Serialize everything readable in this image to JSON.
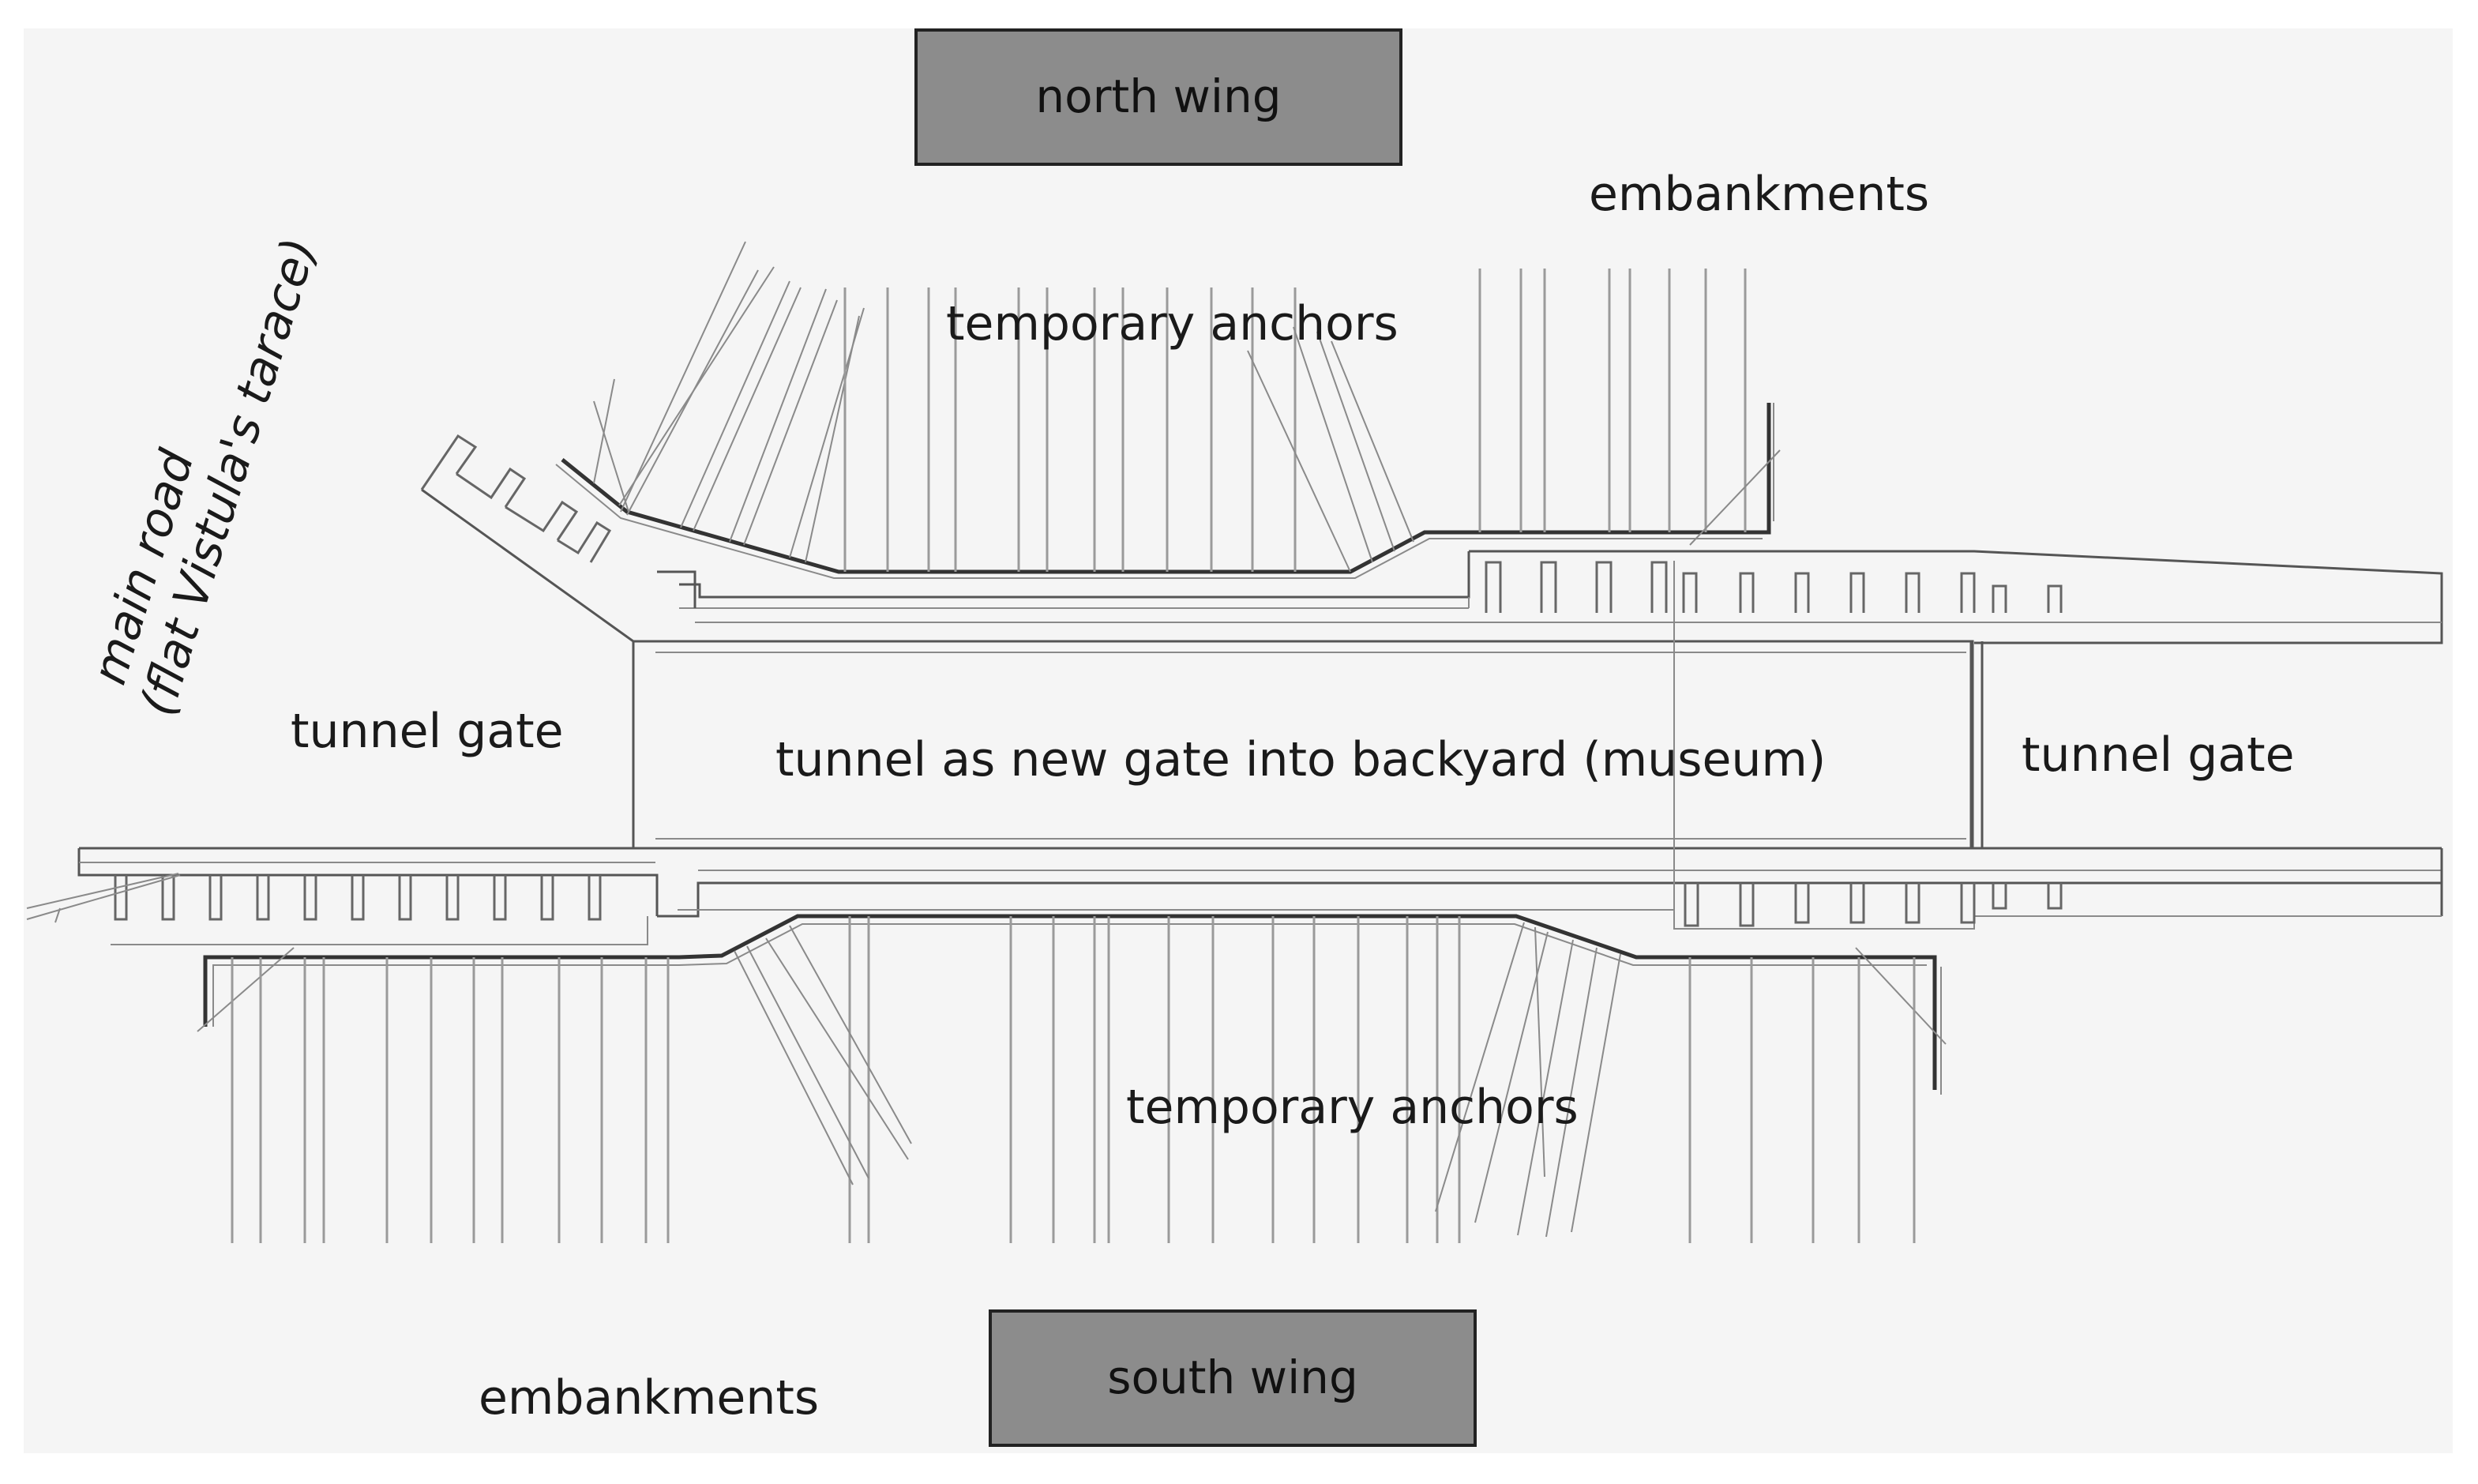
{
  "wings": {
    "north": "north wing",
    "south": "south wing"
  },
  "labels": {
    "embankments_top": "embankments",
    "embankments_bottom": "embankments",
    "anchors_top": "temporary anchors",
    "anchors_bottom": "temporary anchors",
    "tunnel_gate_left": "tunnel gate",
    "tunnel_gate_right": "tunnel gate",
    "tunnel_center": "tunnel as new gate into backyard (museum)",
    "main_road_line1": "main road",
    "main_road_line2": "(flat Vistula's tarace)"
  },
  "colors": {
    "background": "#f5f5f5",
    "wing_fill": "#8c8c8c",
    "wing_stroke": "#222222",
    "lines": "#555555"
  }
}
